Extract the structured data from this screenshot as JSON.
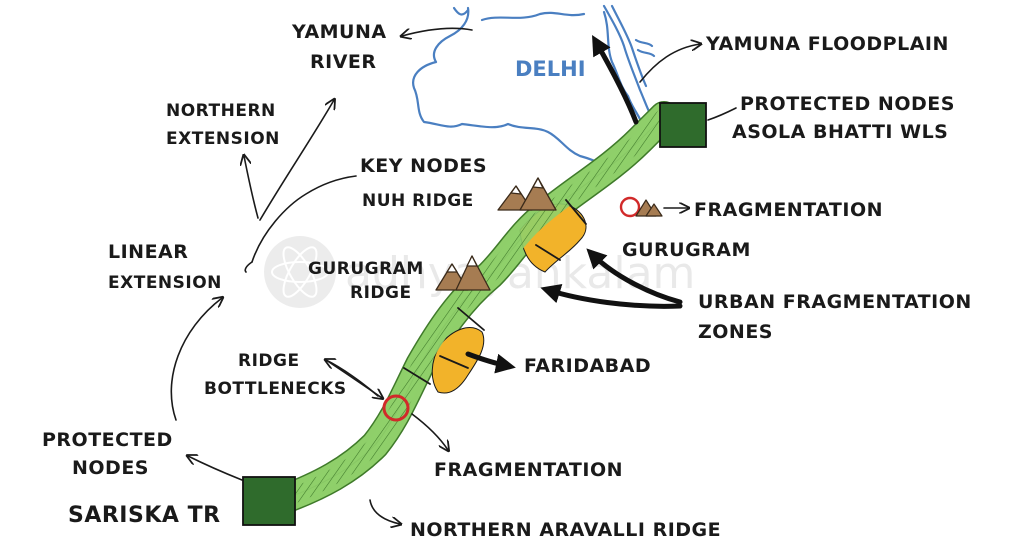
{
  "labels": {
    "yamuna_river_1": "YAMUNA",
    "yamuna_river_2": "RIVER",
    "delhi": "DELHI",
    "yamuna_floodplain": "YAMUNA FLOODPLAIN",
    "protected_nodes_north_1": "PROTECTED NODES",
    "protected_nodes_north_2": "ASOLA BHATTI WLS",
    "northern_extension_1": "NORTHERN",
    "northern_extension_2": "EXTENSION",
    "key_nodes": "KEY NODES",
    "nuh_ridge": "NUH RIDGE",
    "fragmentation_top": "FRAGMENTATION",
    "gurugram": "GURUGRAM",
    "linear_extension_1": "LINEAR",
    "linear_extension_2": "EXTENSION",
    "gurugram_ridge_1": "GURUGRAM",
    "gurugram_ridge_2": "RIDGE",
    "urban_zones_1": "URBAN FRAGMENTATION",
    "urban_zones_2": "ZONES",
    "faridabad": "FARIDABAD",
    "ridge_bottlenecks_1": "RIDGE",
    "ridge_bottlenecks_2": "BOTTLENECKS",
    "protected_nodes_south_1": "PROTECTED",
    "protected_nodes_south_2": "NODES",
    "fragmentation_bottom": "FRAGMENTATION",
    "sariska": "SARISKA TR",
    "northern_aravalli": "NORTHERN ARAVALLI RIDGE",
    "watermark": "adhyayankalam"
  },
  "colors": {
    "corridor": "#8fcf6a",
    "corridor_edge": "#3f7a2a",
    "node_fill": "#2f6b2c",
    "urban_zone": "#f2b32a",
    "river": "#4a7fc1",
    "bottleneck_ring": "#d12a2a",
    "mountain": "#a67c52"
  },
  "icons": {
    "protected_node": "square-node-icon",
    "bottleneck": "red-ring-icon",
    "hills": "mountain-icon"
  }
}
